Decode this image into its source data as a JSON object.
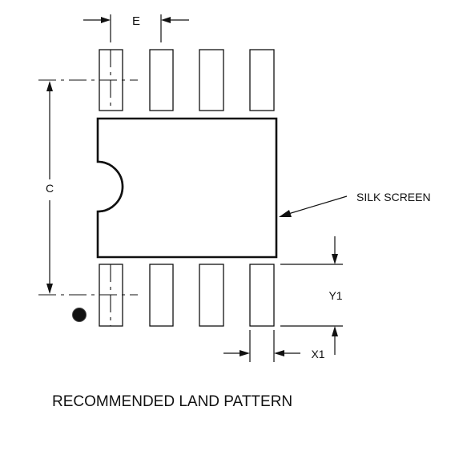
{
  "labels": {
    "pitch": "E",
    "span": "C",
    "silk": "SILK SCREEN",
    "pad_length": "Y1",
    "pad_width": "X1",
    "title": "RECOMMENDED LAND PATTERN"
  },
  "pads": {
    "per_row": 4,
    "rows": 2
  },
  "colors": {
    "ink": "#111111",
    "background": "#ffffff"
  },
  "icons": {
    "pin1": "filled-circle",
    "notch": "semicircle-notch"
  }
}
